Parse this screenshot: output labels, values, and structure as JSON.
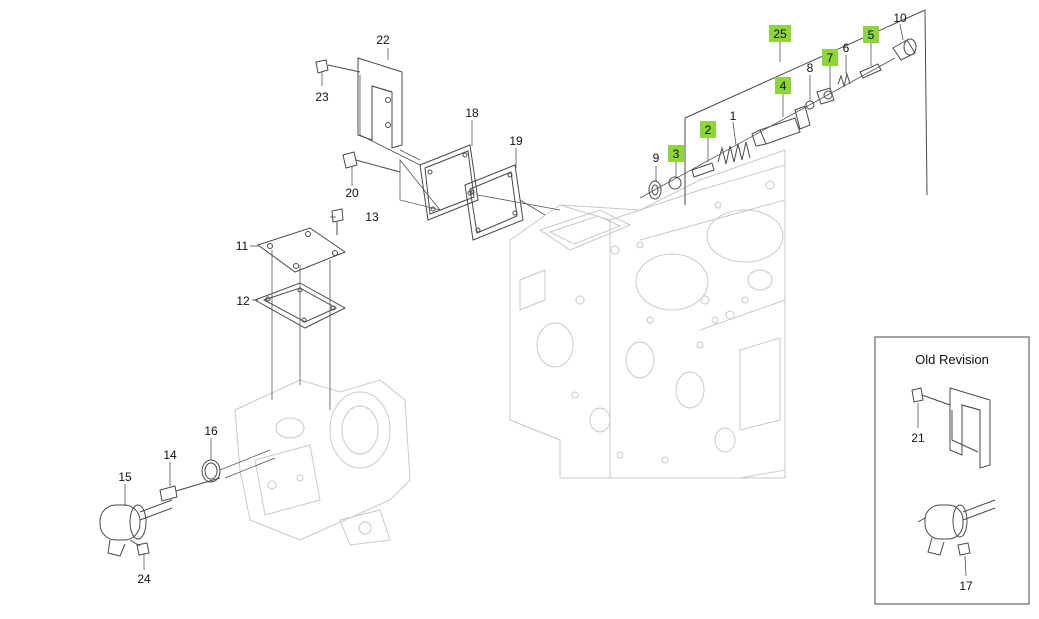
{
  "highlight_color": "#8cd63a",
  "callouts": {
    "c1": "1",
    "c2": "2",
    "c3": "3",
    "c4": "4",
    "c5": "5",
    "c6": "6",
    "c7": "7",
    "c8": "8",
    "c9": "9",
    "c10": "10",
    "c11": "11",
    "c12": "12",
    "c13": "13",
    "c14": "14",
    "c15": "15",
    "c16": "16",
    "c17": "17",
    "c18": "18",
    "c19": "19",
    "c20": "20",
    "c21": "21",
    "c22": "22",
    "c23": "23",
    "c24": "24",
    "c25": "25"
  },
  "highlighted": [
    "2",
    "3",
    "4",
    "5",
    "7",
    "25"
  ],
  "inset": {
    "title": "Old Revision"
  }
}
